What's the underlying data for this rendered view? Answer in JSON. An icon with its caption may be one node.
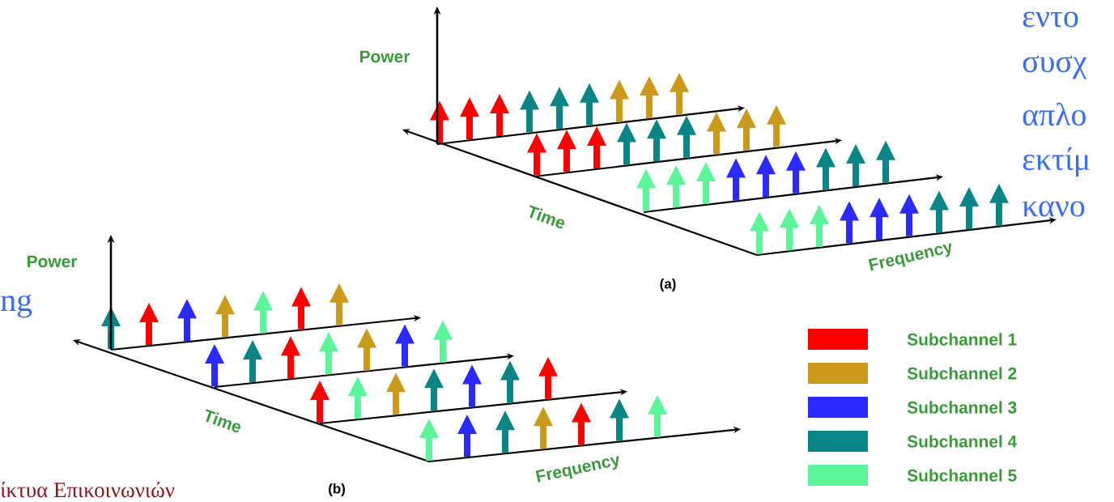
{
  "diagram": {
    "labels": [
      "εντο",
      "συσχ",
      "απλο",
      "εκτίμ",
      "κανο",
      "Power",
      "Time",
      "Frequency",
      "(a)",
      "Power",
      "ng",
      "Time",
      "Frequency",
      "(b)",
      "ίκτυα Επικοινωνιών"
    ],
    "legend": [
      {
        "text": "Subchannel 1",
        "color": "#ff0000"
      },
      {
        "text": "Subchannel 2",
        "color": "#cc9a1a"
      },
      {
        "text": "Subchannel 3",
        "color": "#2a2aff"
      },
      {
        "text": "Subchannel 4",
        "color": "#0a8585"
      },
      {
        "text": "Subchannel 5",
        "color": "#5cf59a"
      }
    ]
  }
}
